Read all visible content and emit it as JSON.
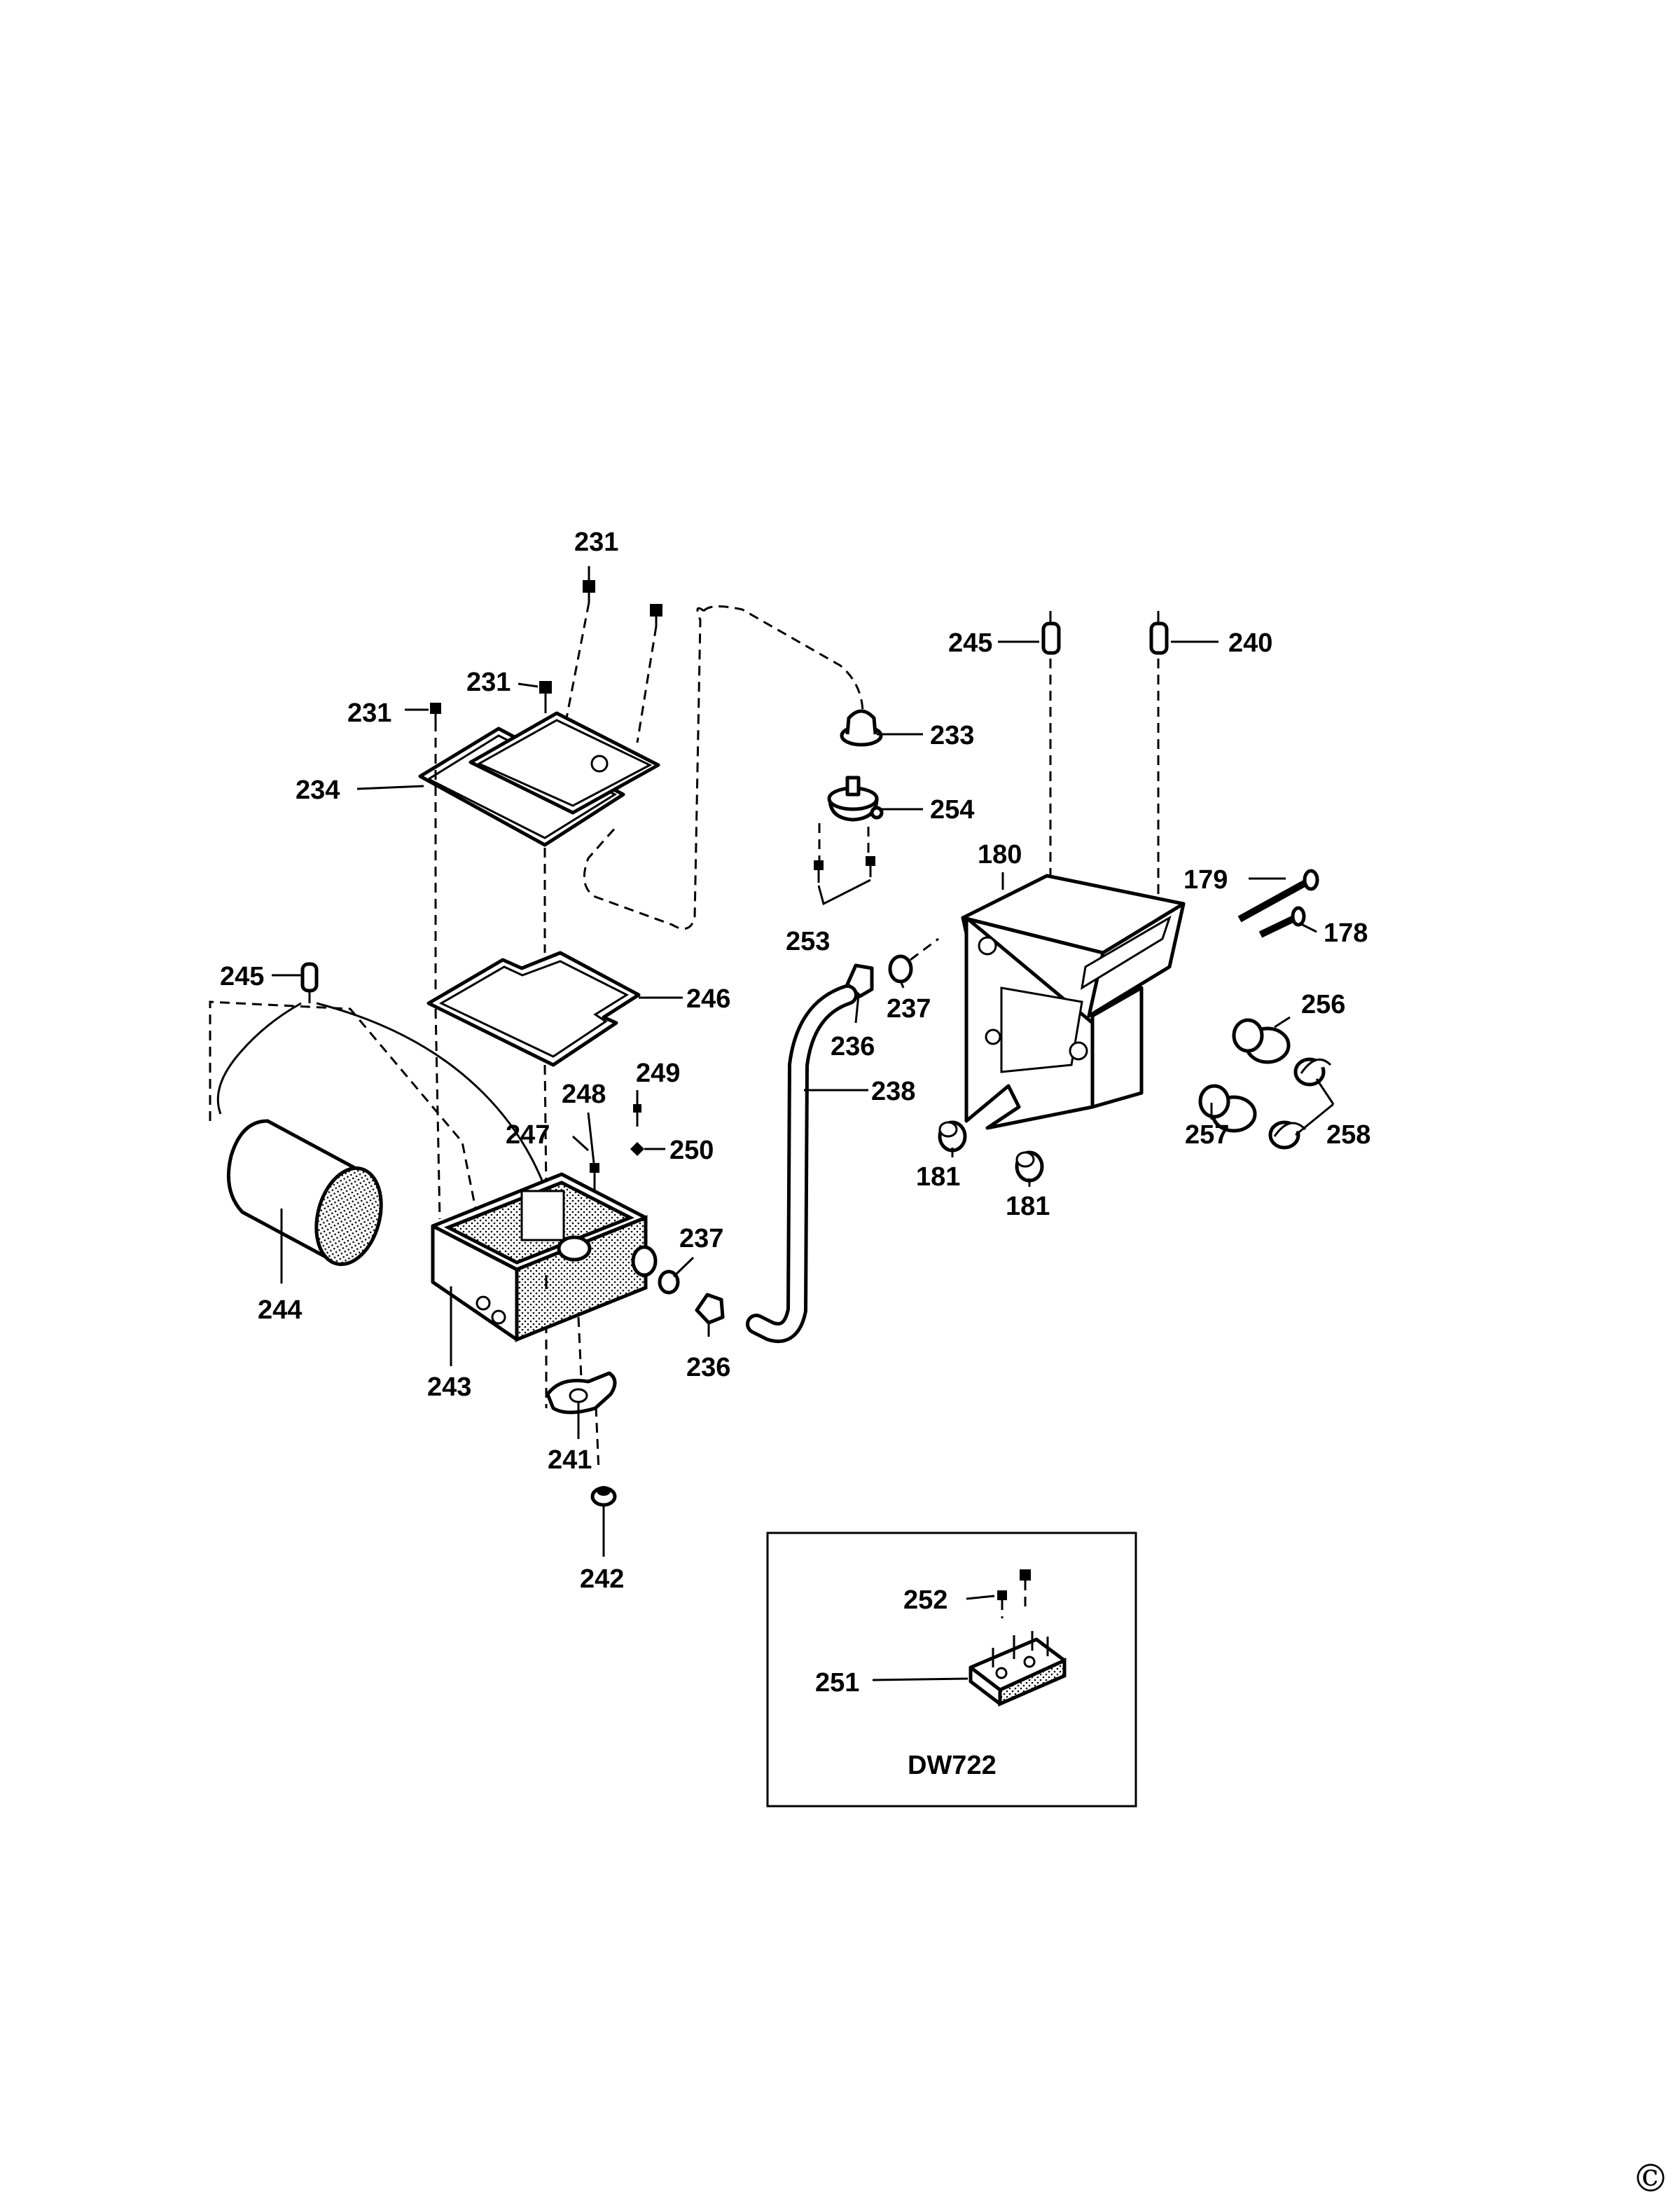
{
  "part_labels": {
    "p231a": "231",
    "p231b": "231",
    "p231c": "231",
    "p233": "233",
    "p234": "234",
    "p254": "254",
    "p253": "253",
    "p245a": "245",
    "p240": "240",
    "p180": "180",
    "p179": "179",
    "p178": "178",
    "p246": "246",
    "p245b": "245",
    "p237a": "237",
    "p236a": "236",
    "p238": "238",
    "p249": "249",
    "p248": "248",
    "p250": "250",
    "p247": "247",
    "p256": "256",
    "p257": "257",
    "p258": "258",
    "p181a": "181",
    "p181b": "181",
    "p237b": "237",
    "p236b": "236",
    "p244": "244",
    "p243": "243",
    "p241": "241",
    "p242": "242"
  },
  "inset": {
    "model": "DW722",
    "labels": {
      "p252": "252",
      "p251": "251"
    }
  },
  "copyright_symbol": "©"
}
